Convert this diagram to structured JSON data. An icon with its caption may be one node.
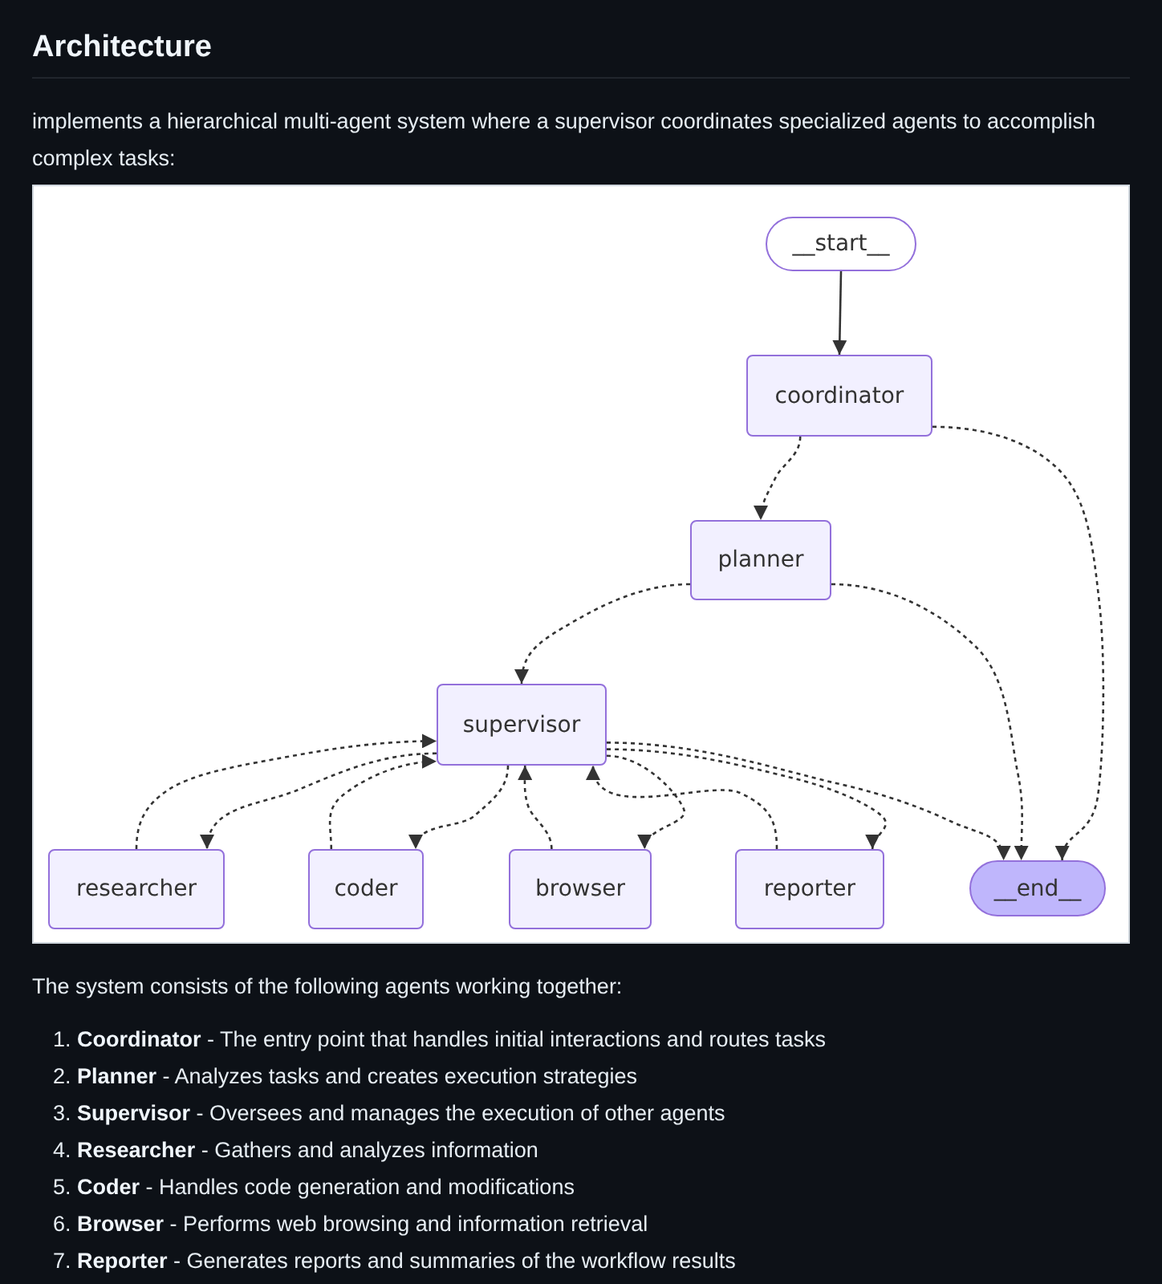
{
  "diagram": {
    "title": "Architecture",
    "nodes": [
      {
        "text": [
          "__start__"
        ]
      },
      {
        "text": [
          "coordinator"
        ]
      },
      {
        "text": [
          "planner"
        ]
      },
      {
        "text": [
          "supervisor"
        ]
      },
      {
        "text": [
          "researcher"
        ]
      },
      {
        "text": [
          "coder"
        ]
      },
      {
        "text": [
          "browser"
        ]
      },
      {
        "text": [
          "reporter"
        ]
      },
      {
        "text": [
          "__end__"
        ]
      }
    ],
    "edges": [
      {
        "from": 0,
        "to": 1,
        "arrow": "to"
      },
      {
        "from": 1,
        "to": 2,
        "arrow": "to",
        "style": "dashed"
      },
      {
        "from": 1,
        "to": 8,
        "arrow": "to",
        "style": "dashed"
      },
      {
        "from": 2,
        "to": 3,
        "arrow": "to",
        "style": "dashed"
      },
      {
        "from": 2,
        "to": 8,
        "arrow": "to",
        "style": "dashed"
      },
      {
        "from": 3,
        "to": 4,
        "arrow": "to",
        "style": "dashed"
      },
      {
        "from": 4,
        "to": 3,
        "arrow": "to",
        "style": "dashed"
      },
      {
        "from": 3,
        "to": 5,
        "arrow": "to",
        "style": "dashed"
      },
      {
        "from": 5,
        "to": 3,
        "arrow": "to",
        "style": "dashed"
      },
      {
        "from": 3,
        "to": 6,
        "arrow": "to",
        "style": "dashed"
      },
      {
        "from": 6,
        "to": 3,
        "arrow": "to",
        "style": "dashed"
      },
      {
        "from": 3,
        "to": 7,
        "arrow": "to",
        "style": "dashed"
      },
      {
        "from": 7,
        "to": 3,
        "arrow": "to",
        "style": "dashed"
      },
      {
        "from": 3,
        "to": 8,
        "arrow": "to",
        "style": "dashed"
      }
    ],
    "labels": [
      "implements a hierarchical multi-agent system where a supervisor coordinates specialized agents to accomplish complex tasks:",
      "The system consists of the following agents working together:",
      "1. **Coordinator** - The entry point that handles initial interactions and routes tasks",
      "2. **Planner** - Analyzes tasks and creates execution strategies",
      "3. **Supervisor** - Oversees and manages the execution of other agents",
      "4. **Researcher** - Gathers and analyzes information",
      "5. **Coder** - Handles code generation and modifications",
      "6. **Browser** - Performs web browsing and information retrieval",
      "7. **Reporter** - Generates reports and summaries of the workflow results"
    ]
  }
}
